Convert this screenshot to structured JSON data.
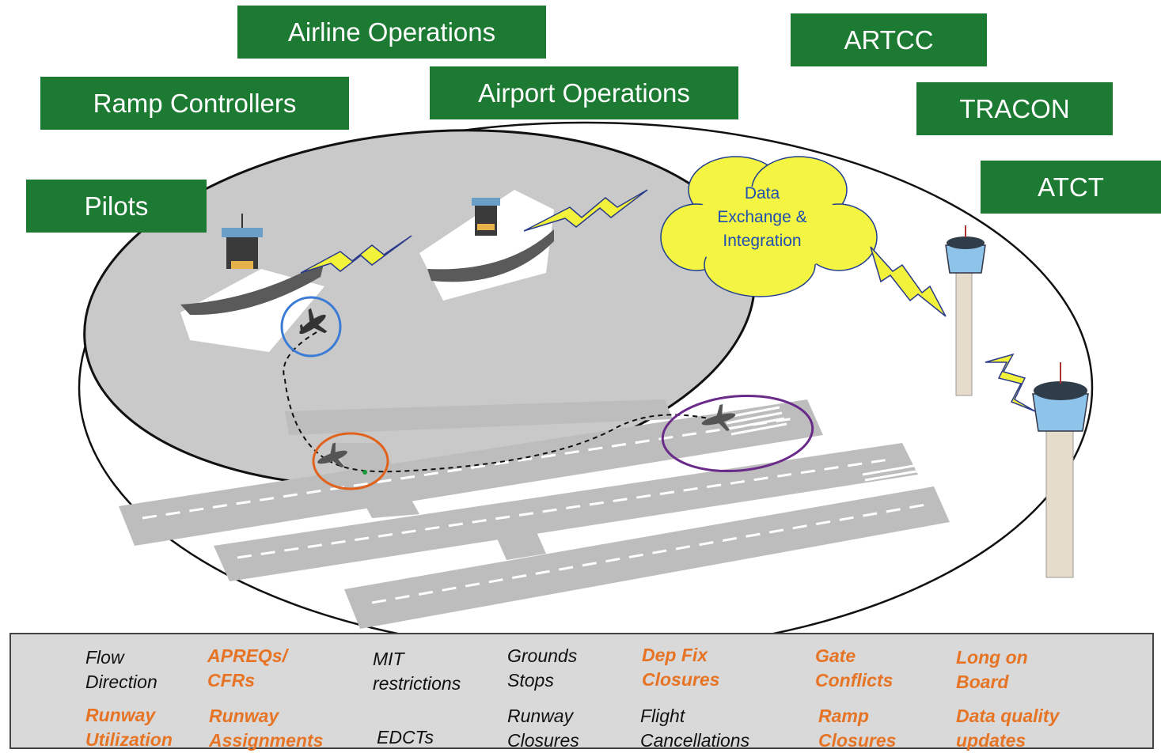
{
  "stakeholders": {
    "airline_operations": "Airline Operations",
    "artcc": "ARTCC",
    "ramp_controllers": "Ramp Controllers",
    "airport_operations": "Airport Operations",
    "tracon": "TRACON",
    "pilots": "Pilots",
    "atct": "ATCT"
  },
  "cloud": {
    "line1": "Data",
    "line2": "Exchange &",
    "line3": "Integration"
  },
  "colors": {
    "box_green": "#1d7a33",
    "highlight_orange": "#e67424",
    "cloud_yellow": "#f4f442",
    "bolt_yellow": "#f2f23a",
    "gate_circle_blue": "#3a7bd5",
    "runway_circle_orange": "#e0621c",
    "departure_circle_purple": "#6a2a8a"
  },
  "issues": {
    "flow_direction": "Flow Direction",
    "apreqs": "APREQs/ CFRs",
    "mit": "MIT restrictions",
    "ground_stops": "Grounds Stops",
    "dep_fix": "Dep Fix Closures",
    "gate_conflicts": "Gate Conflicts",
    "long_on_board": "Long on Board",
    "runway_utilization": "Runway Utilization",
    "runway_assignments": "Runway Assignments",
    "edcts": "EDCTs",
    "runway_closures": "Runway Closures",
    "flight_cancellations": "Flight Cancellations",
    "ramp_closures": "Ramp Closures",
    "data_quality": "Data quality updates"
  }
}
